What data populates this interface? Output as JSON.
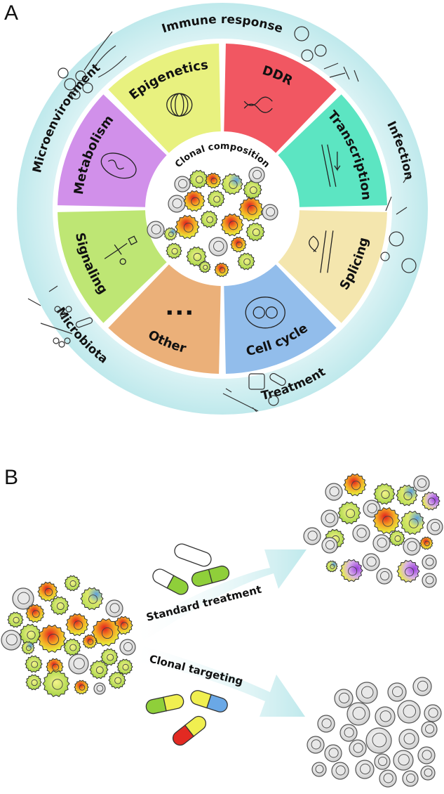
{
  "panel_a": {
    "label": "A",
    "center_title": "Clonal composition",
    "inner_segments": [
      {
        "label": "DDR",
        "color": "#ee3a47",
        "icon": "dna-break-icon"
      },
      {
        "label": "Transcription",
        "color": "#3fe1b7",
        "icon": "transcription-icon"
      },
      {
        "label": "Splicing",
        "color": "#f2e2a0",
        "icon": "splicing-icon"
      },
      {
        "label": "Cell cycle",
        "color": "#7fb2e8",
        "icon": "cell-division-icon"
      },
      {
        "label": "Other",
        "color": "#e8a262",
        "icon": "ellipsis-icon"
      },
      {
        "label": "Signaling",
        "color": "#b3e25c",
        "icon": "signaling-icon"
      },
      {
        "label": "Metabolism",
        "color": "#c97de6",
        "icon": "mitochondrion-icon"
      },
      {
        "label": "Epigenetics",
        "color": "#e4ef68",
        "icon": "nucleosome-icon"
      }
    ],
    "outer_labels": [
      "Immune response",
      "Infection",
      "Treatment",
      "Microbiota",
      "Microenvironment"
    ],
    "ring_color": "#bfe9ec"
  },
  "panel_b": {
    "label": "B",
    "arrow_top_label": "Standard treatment",
    "arrow_bottom_label": "Clonal targeting",
    "arrow_color": "#c5ecee"
  }
}
